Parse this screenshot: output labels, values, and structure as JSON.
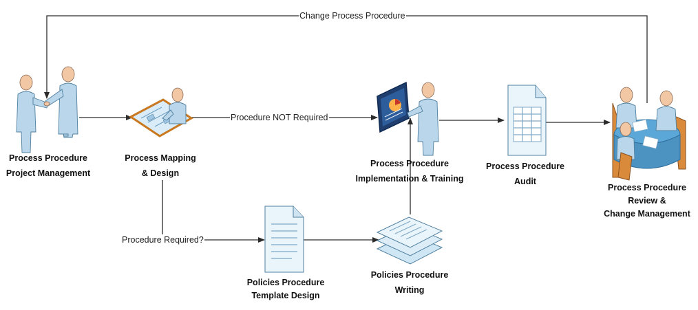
{
  "nodes": {
    "project_management": {
      "line1": "Process Procedure",
      "line2": "Project Management"
    },
    "mapping_design": {
      "line1": "Process Mapping",
      "line2": "& Design"
    },
    "implementation_training": {
      "line1": "Process Procedure",
      "line2": "Implementation & Training"
    },
    "audit": {
      "line1": "Process Procedure",
      "line2": "Audit"
    },
    "review_change": {
      "line1": "Process Procedure",
      "line2": "Review &",
      "line3": "Change Management"
    },
    "template_design": {
      "line1": "Policies Procedure",
      "line2": "Template Design"
    },
    "writing": {
      "line1": "Policies Procedure",
      "line2": "Writing"
    }
  },
  "edges": {
    "change_process": "Change Process Procedure",
    "not_required": "Procedure NOT Required",
    "required": "Procedure Required?"
  },
  "icons": {
    "project_management": "handshake-people-icon",
    "mapping_design": "designer-at-table-icon",
    "implementation_training": "presenter-with-board-icon",
    "audit": "spreadsheet-document-icon",
    "review_change": "meeting-table-icon",
    "template_design": "document-icon",
    "writing": "document-stack-icon"
  }
}
